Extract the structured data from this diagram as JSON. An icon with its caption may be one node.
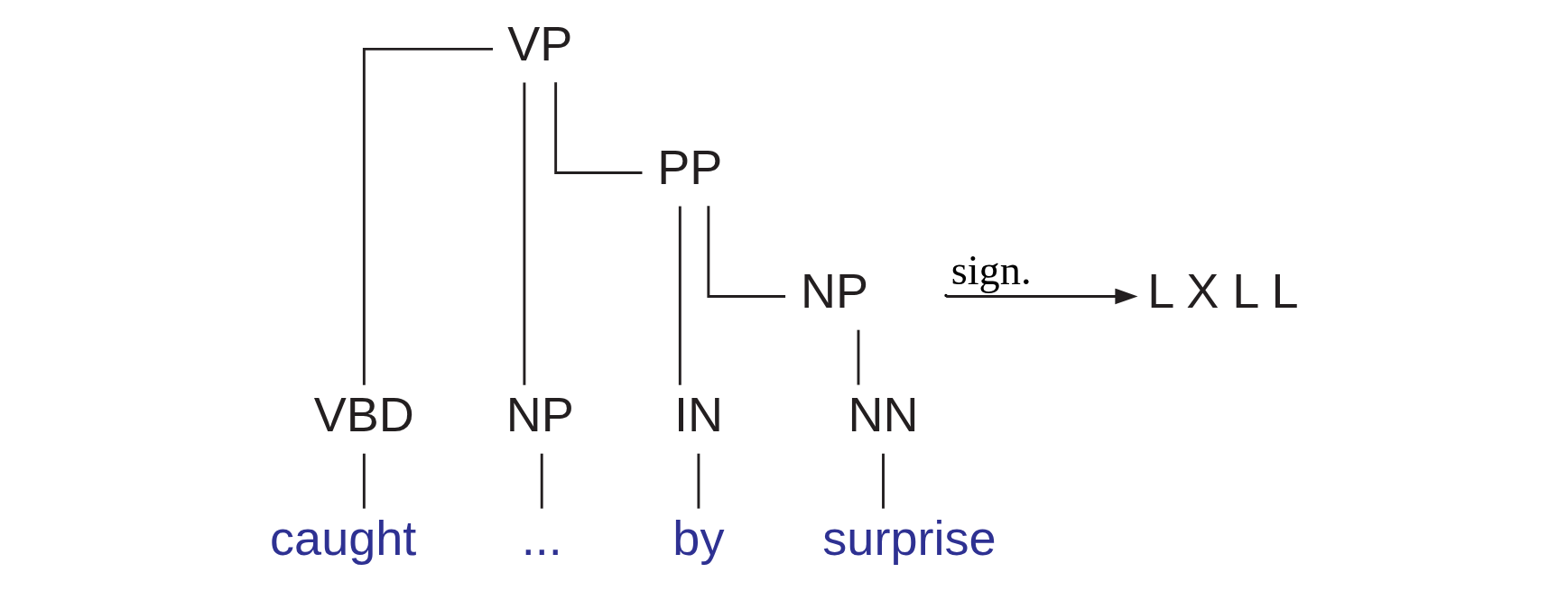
{
  "diagram": {
    "nodes": [
      {
        "text": [
          "VP"
        ]
      },
      {
        "text": [
          "PP"
        ]
      },
      {
        "text": [
          "NP"
        ]
      },
      {
        "text": [
          "VBD"
        ]
      },
      {
        "text": [
          "NP"
        ]
      },
      {
        "text": [
          "IN"
        ]
      },
      {
        "text": [
          "NN"
        ]
      },
      {
        "text": [
          "caught"
        ]
      },
      {
        "text": [
          "..."
        ]
      },
      {
        "text": [
          "by"
        ]
      },
      {
        "text": [
          "surprise"
        ]
      },
      {
        "text": [
          "L X L L"
        ]
      }
    ],
    "edges": [
      {
        "from": 0,
        "to": 3,
        "arrow": "none"
      },
      {
        "from": 0,
        "to": 4,
        "arrow": "none"
      },
      {
        "from": 0,
        "to": 1,
        "arrow": "none"
      },
      {
        "from": 1,
        "to": 5,
        "arrow": "none"
      },
      {
        "from": 1,
        "to": 2,
        "arrow": "none"
      },
      {
        "from": 2,
        "to": 6,
        "arrow": "none"
      },
      {
        "from": 3,
        "to": 7,
        "arrow": "none"
      },
      {
        "from": 4,
        "to": 8,
        "arrow": "none"
      },
      {
        "from": 5,
        "to": 9,
        "arrow": "none"
      },
      {
        "from": 6,
        "to": 10,
        "arrow": "none"
      },
      {
        "from": null,
        "to": 11,
        "arrow": "to",
        "label": "sign."
      }
    ]
  }
}
